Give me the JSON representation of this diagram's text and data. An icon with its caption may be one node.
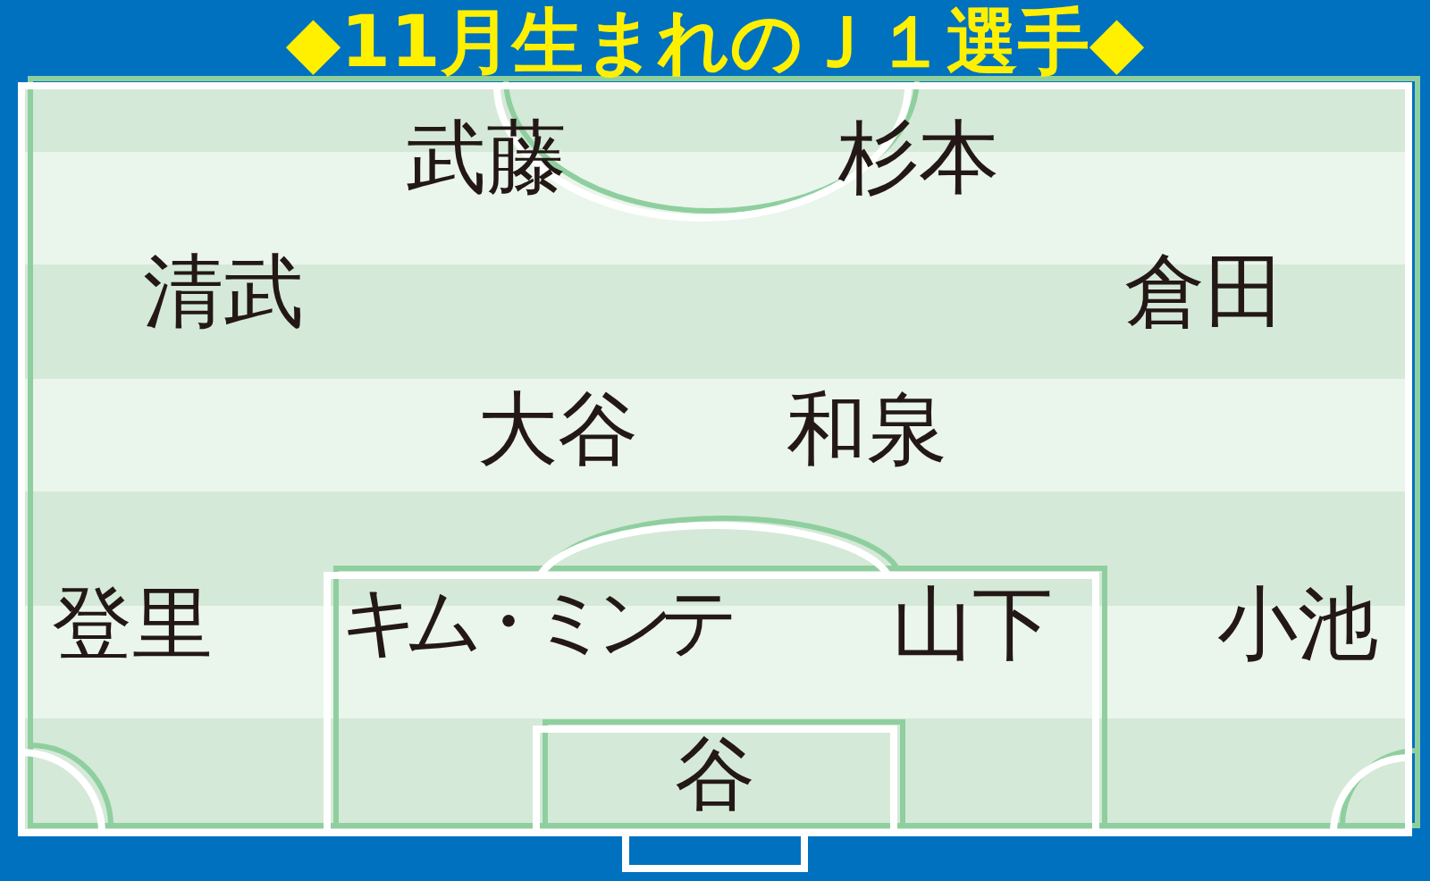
{
  "diagram": {
    "title": "◆11月生まれのＪ１選手◆",
    "labels": [
      "武藤",
      "杉本",
      "清武",
      "倉田",
      "大谷",
      "和泉",
      "登里",
      "キム・ミンテ",
      "山下",
      "小池",
      "谷"
    ]
  }
}
